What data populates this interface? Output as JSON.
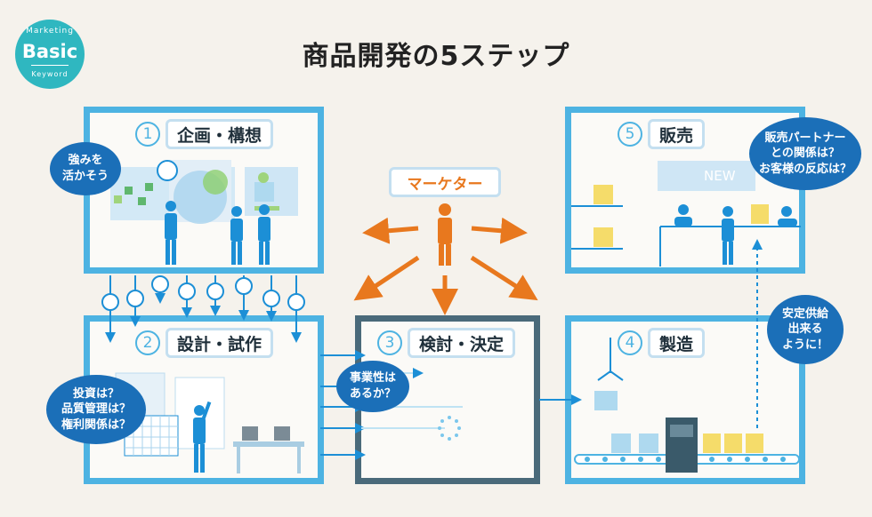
{
  "title": "商品開発の5ステップ",
  "badge": {
    "top": "Marketing",
    "main": "Basic",
    "bottom": "Keyword"
  },
  "steps": [
    {
      "num": "1",
      "label": "企画・構想"
    },
    {
      "num": "2",
      "label": "設計・試作"
    },
    {
      "num": "3",
      "label": "検討・決定"
    },
    {
      "num": "4",
      "label": "製造"
    },
    {
      "num": "5",
      "label": "販売"
    }
  ],
  "marketer": "マーケター",
  "bubbles": {
    "strengths": [
      "強みを",
      "活かそう"
    ],
    "investment": [
      "投資は？",
      "品質管理は？",
      "権利関係は？"
    ],
    "viability": [
      "事業性は",
      "あるか？"
    ],
    "sales": [
      "販売パートナー",
      "との関係は？",
      "お客様の反応は？"
    ],
    "supply": [
      "安定供給",
      "出来る",
      "ように！"
    ]
  },
  "new_sign": "NEW",
  "colors": {
    "frame": "#4db3e2",
    "frame_dark": "#4a6a7a",
    "accent": "#e8781e",
    "bubble": "#1b6fb8",
    "figure": "#1c8fd6",
    "badge": "#2fb7c0"
  }
}
